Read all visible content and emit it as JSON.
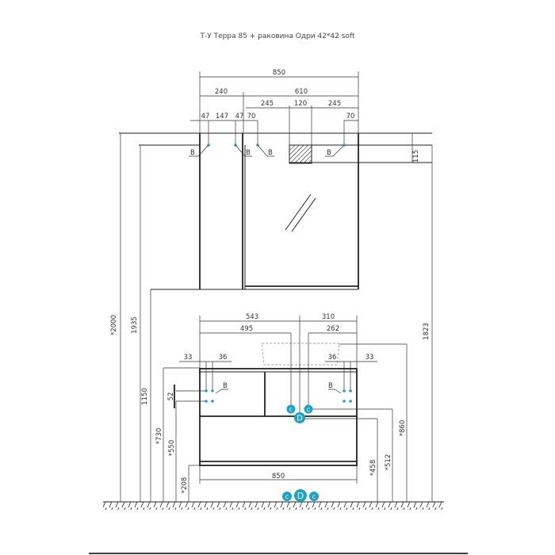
{
  "title": "Т-У Терра 85 + раковина Одри 42*42 soft",
  "colors": {
    "accent": "#1aa3c7",
    "line": "#222222"
  },
  "mirror_cabinet": {
    "width": "850",
    "left_section": "240",
    "right_section": "610",
    "right_parts": [
      "245",
      "120",
      "245"
    ],
    "hinge_offsets": [
      "47",
      "147",
      "47",
      "70",
      "70"
    ],
    "top_height": "115",
    "hinge_label": "B"
  },
  "vanity": {
    "dims_top": [
      "543",
      "310"
    ],
    "dims_drain": [
      "495",
      "262"
    ],
    "left_offsets": [
      "33",
      "36"
    ],
    "right_offsets": [
      "36",
      "33"
    ],
    "spacing": "52",
    "width": "850",
    "hinge_label": "B",
    "connector_c": "c",
    "connector_d": "D"
  },
  "heights": {
    "h2000": "*2000",
    "h1935": "1935",
    "h1150": "1150",
    "h1823": "1823",
    "h730": "*730",
    "h550": "*550",
    "h208": "*208",
    "h458": "*458",
    "h512": "*512",
    "h860": "*860"
  },
  "floor_connectors": [
    "c",
    "D",
    "c"
  ]
}
